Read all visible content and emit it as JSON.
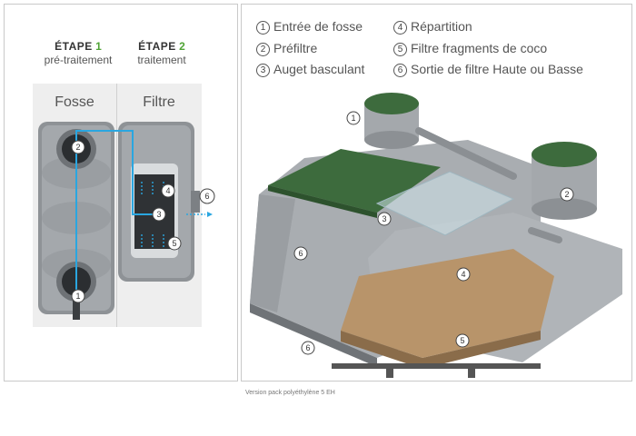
{
  "left": {
    "step1": {
      "label": "ÉTAPE",
      "number": "1",
      "sub": "pré-traitement"
    },
    "step2": {
      "label": "ÉTAPE",
      "number": "2",
      "sub": "traitement"
    },
    "col_fosse": "Fosse",
    "col_filtre": "Filtre"
  },
  "legend": [
    {
      "n": "1",
      "text": "Entrée de fosse"
    },
    {
      "n": "2",
      "text": "Préfiltre"
    },
    {
      "n": "3",
      "text": "Auget basculant"
    },
    {
      "n": "4",
      "text": "Répartition"
    },
    {
      "n": "5",
      "text": "Filtre fragments de coco"
    },
    {
      "n": "6",
      "text": "Sortie de filtre Haute ou Basse"
    }
  ],
  "callouts": {
    "c1": "1",
    "c2": "2",
    "c3": "3",
    "c4": "4",
    "c5": "5",
    "c6": "6"
  },
  "caption": "Version pack polyéthylène 5 EH",
  "colors": {
    "accent_green": "#4fa335",
    "flow_blue": "#2aa6e0",
    "lid_green": "#3d6b3d",
    "coco": "#b8946a"
  }
}
